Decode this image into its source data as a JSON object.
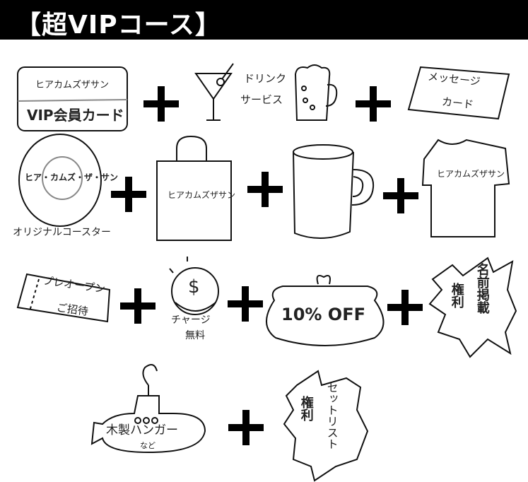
{
  "title": "【超VIPコース】",
  "items": {
    "vip_card": {
      "logo": "ヒアカムズザサン",
      "label": "VIP会員カード"
    },
    "drink": {
      "line1": "ドリンク",
      "line2": "サービス"
    },
    "message_card": {
      "line1": "メッセージ",
      "line2": "カード"
    },
    "coaster": {
      "logo": "ヒア・カムズ・ザ・サン",
      "label": "オリジナルコースター"
    },
    "tote_bag": {
      "logo": "ヒアカムズザサン"
    },
    "tshirt": {
      "logo": "ヒアカムズザサン"
    },
    "preopen": {
      "line1": "プレオープン",
      "line2": "ご招待"
    },
    "charge": {
      "symbol": "$",
      "line1": "チャージ",
      "line2": "無料"
    },
    "discount": {
      "label": "10% OFF"
    },
    "name_listing": {
      "line1": "名前掲載",
      "line2": "権利"
    },
    "hanger": {
      "label": "木製ハンガー",
      "sub": "など"
    },
    "setlist": {
      "line1": "セットリスト",
      "line2": "権利"
    }
  },
  "plus_sign": "+"
}
